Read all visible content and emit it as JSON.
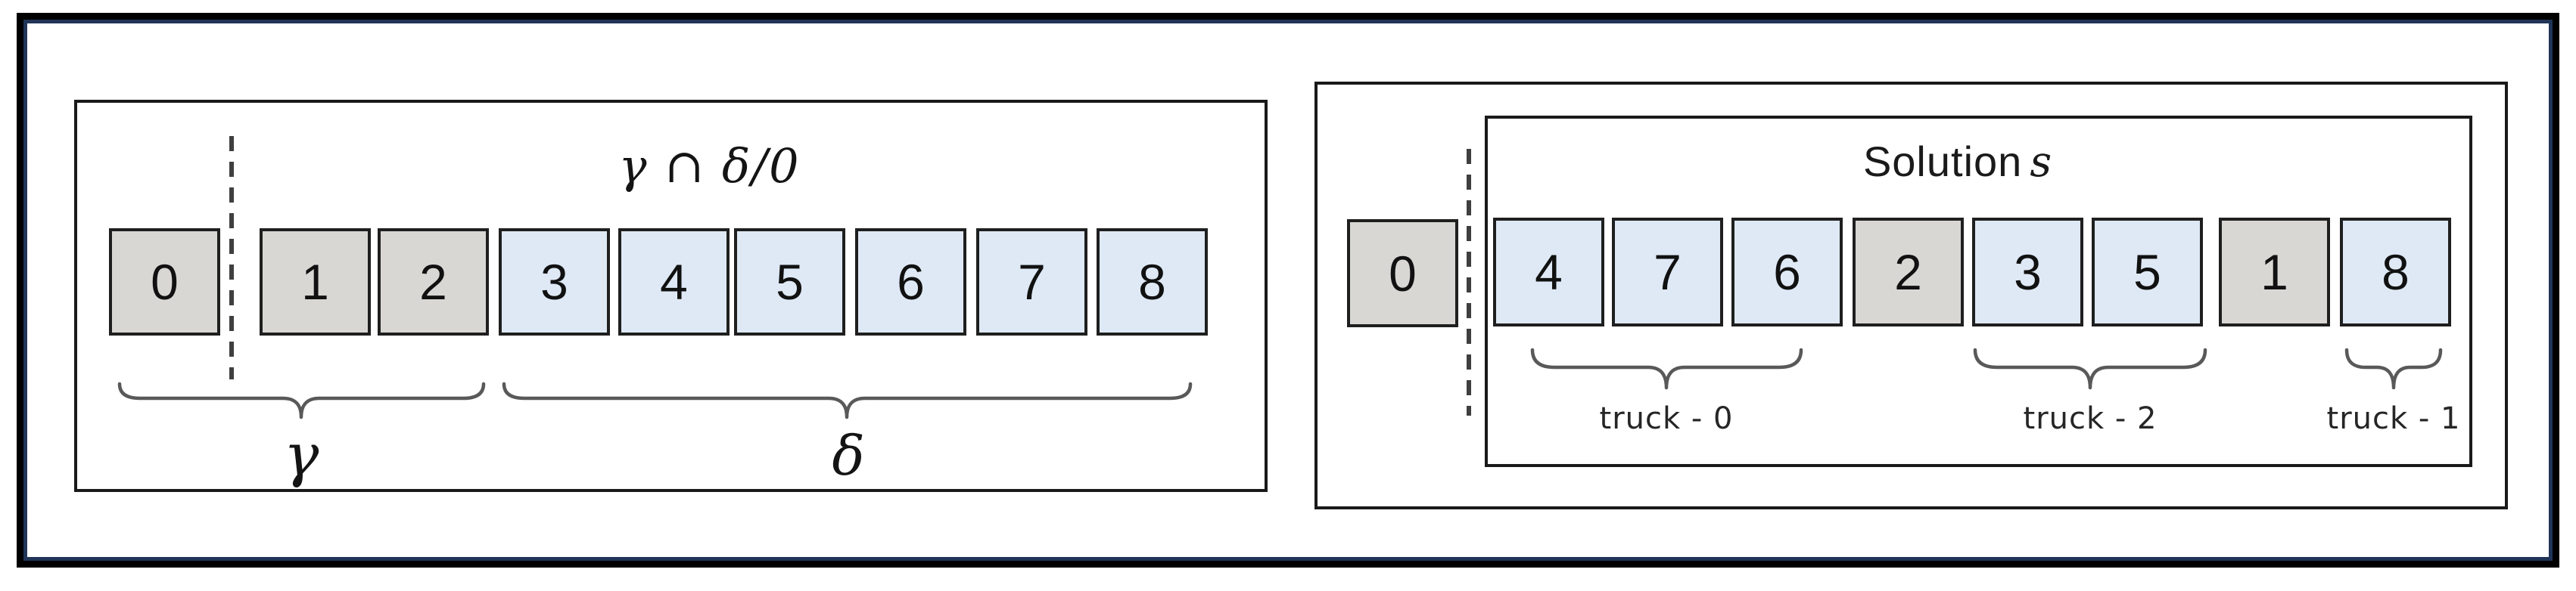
{
  "left_panel": {
    "title": "γ ∩ δ/0",
    "boxes": [
      {
        "label": "0",
        "fill": "gray"
      },
      {
        "label": "1",
        "fill": "gray"
      },
      {
        "label": "2",
        "fill": "gray"
      },
      {
        "label": "3",
        "fill": "blue"
      },
      {
        "label": "4",
        "fill": "blue"
      },
      {
        "label": "5",
        "fill": "blue"
      },
      {
        "label": "6",
        "fill": "blue"
      },
      {
        "label": "7",
        "fill": "blue"
      },
      {
        "label": "8",
        "fill": "blue"
      }
    ],
    "groups": [
      {
        "label": "γ",
        "covers": "boxes 0–2"
      },
      {
        "label": "δ",
        "covers": "boxes 3–8"
      }
    ]
  },
  "right_panel": {
    "depot_box": {
      "label": "0",
      "fill": "gray"
    },
    "title_main": "Solution",
    "title_var": "s",
    "boxes": [
      {
        "label": "4",
        "fill": "blue"
      },
      {
        "label": "7",
        "fill": "blue"
      },
      {
        "label": "6",
        "fill": "blue"
      },
      {
        "label": "2",
        "fill": "gray"
      },
      {
        "label": "3",
        "fill": "blue"
      },
      {
        "label": "5",
        "fill": "blue"
      },
      {
        "label": "1",
        "fill": "gray"
      },
      {
        "label": "8",
        "fill": "blue"
      }
    ],
    "groups": [
      {
        "label": "truck - 0",
        "covers": "boxes 4,7,6"
      },
      {
        "label": "truck - 2",
        "covers": "boxes 3,5"
      },
      {
        "label": "truck - 1",
        "covers": "box 8"
      }
    ]
  },
  "colors": {
    "frame_black": "#000000",
    "frame_navy": "#203457",
    "panel_border": "#1a1a1a",
    "box_border": "#1f1f1f",
    "box_gray": "#d9d7d4",
    "box_blue": "#dee9f5",
    "brace_gray": "#595959",
    "dash_gray": "#3f3f3f"
  }
}
